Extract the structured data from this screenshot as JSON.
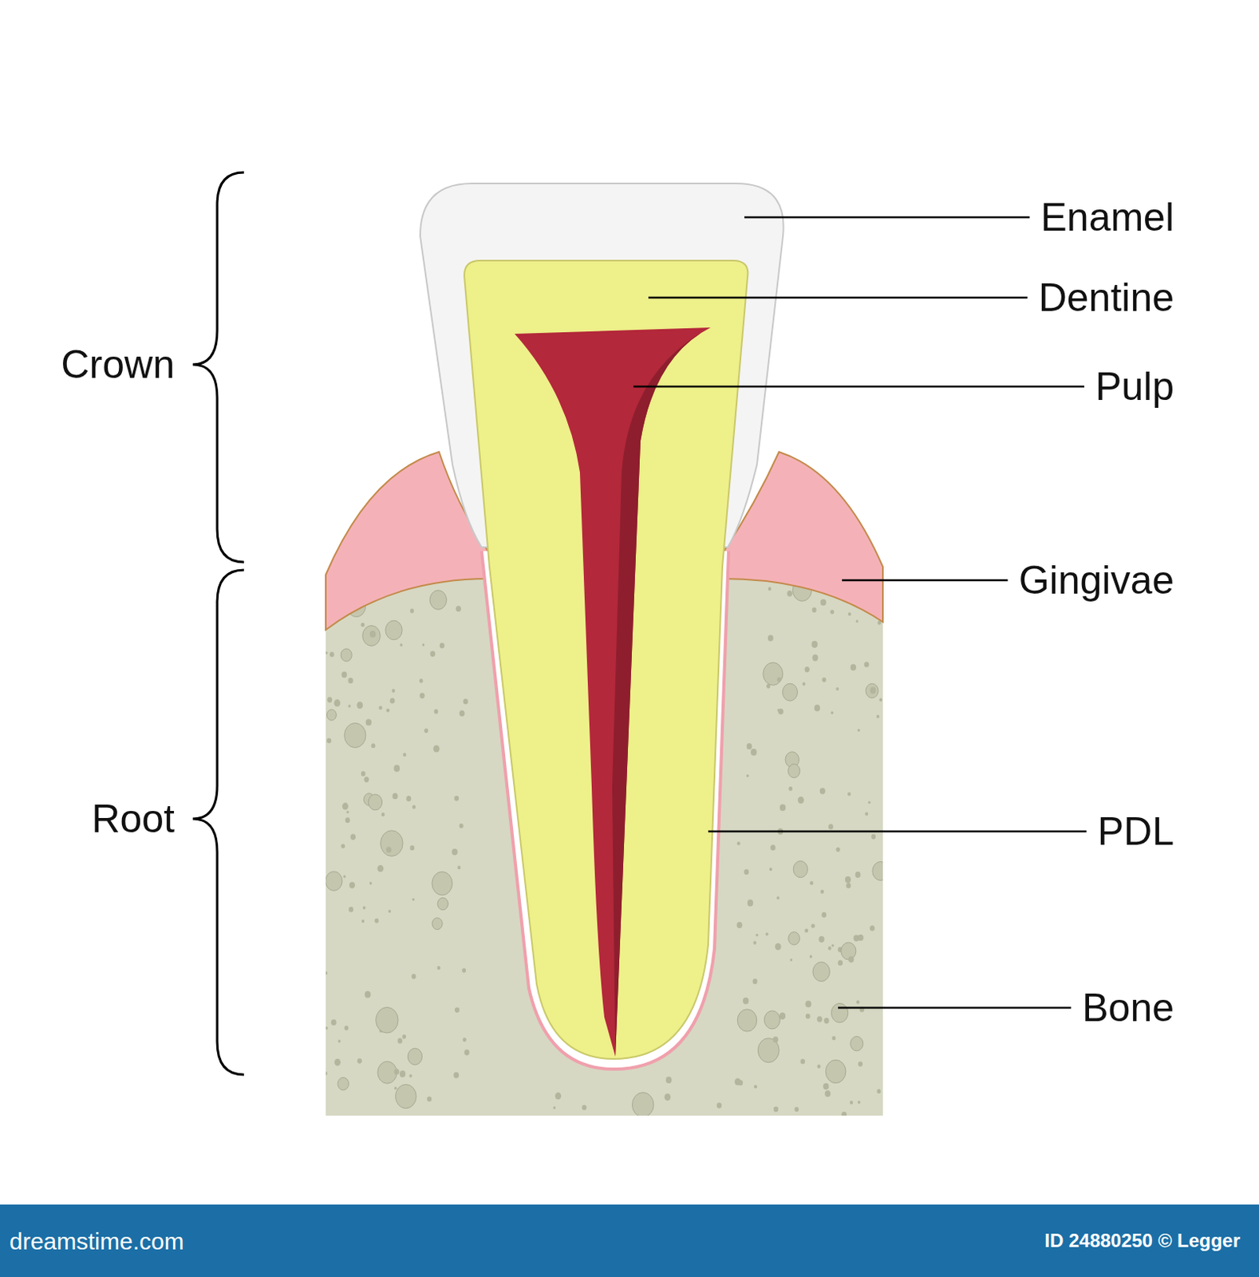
{
  "diagram": {
    "nodes": [
      {
        "text": [
          "dreamstime.com",
          "ID 24880250 © Legger"
        ]
      }
    ],
    "labels": [
      "Crown",
      "Root",
      "Enamel",
      "Dentine",
      "Pulp",
      "Gingivae",
      "PDL",
      "Bone"
    ]
  }
}
